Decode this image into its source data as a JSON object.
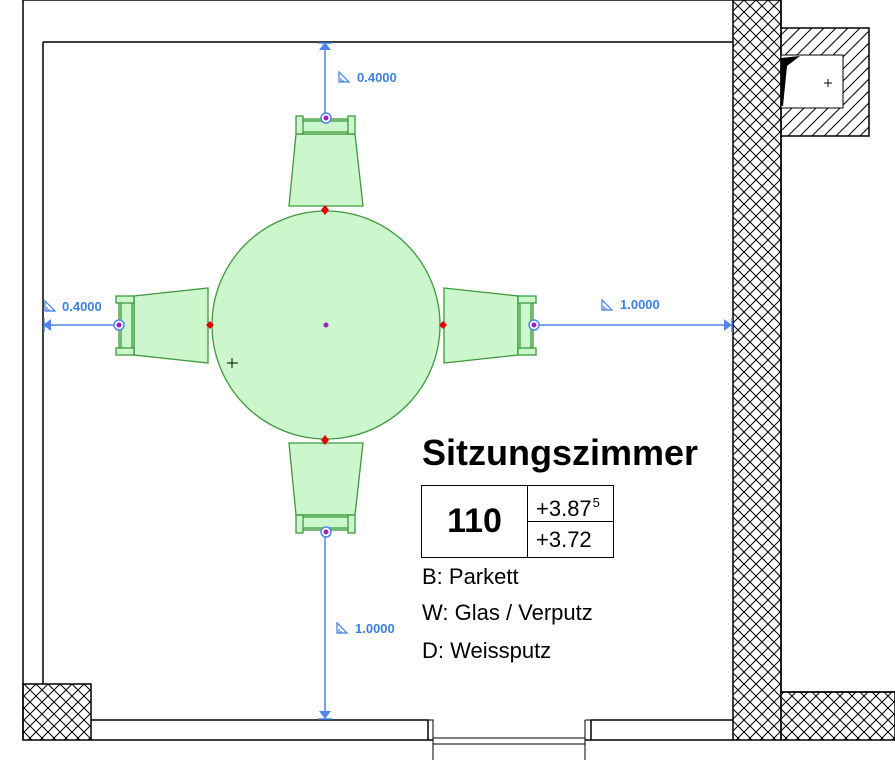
{
  "room": {
    "name": "Sitzungszimmer",
    "number": "110",
    "level_upper": "+3.87",
    "level_upper_sup": "5",
    "level_lower": "+3.72",
    "finishes": {
      "floor": "B: Parkett",
      "walls": "W: Glas / Verputz",
      "ceiling": "D: Weissputz"
    }
  },
  "dimensions": {
    "top": "0.4000",
    "left": "0.4000",
    "right": "1.0000",
    "bottom": "1.0000"
  },
  "colors": {
    "furniture_fill": "#ccf7cc",
    "furniture_stroke": "#3c9a3c",
    "dimension_line": "#4f86e8",
    "hotspot": "#e60000",
    "center_point": "#a020c0"
  }
}
